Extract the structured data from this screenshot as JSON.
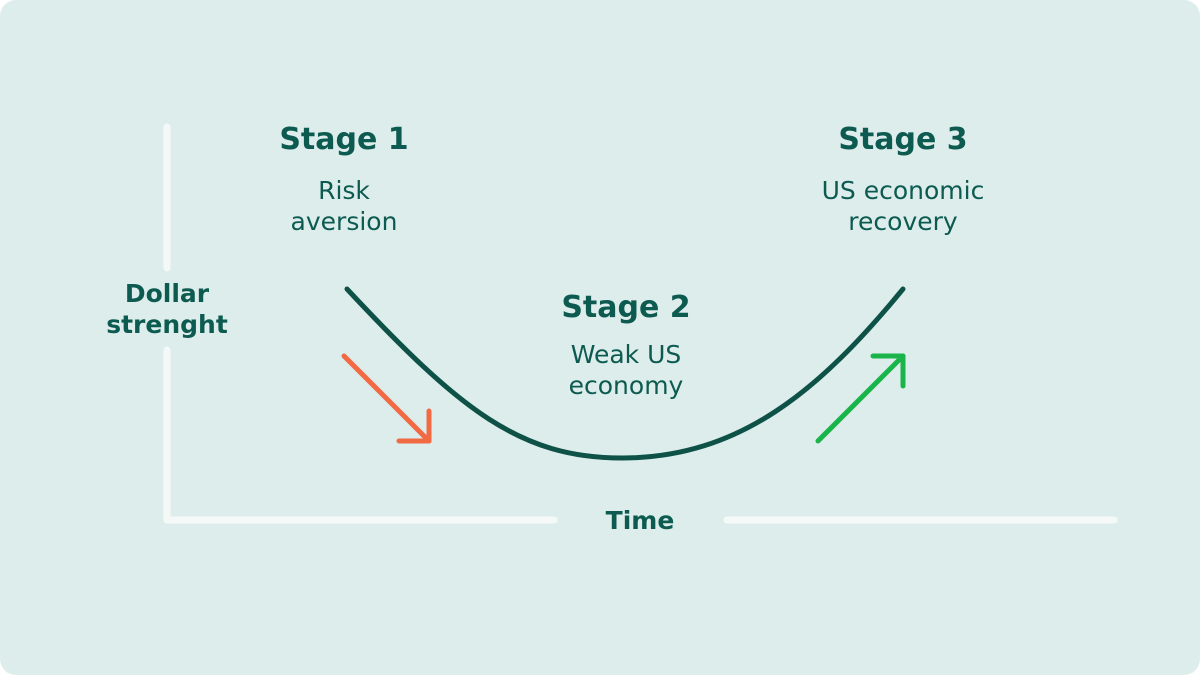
{
  "axes": {
    "y_label": "Dollar strenght",
    "x_label": "Time"
  },
  "stages": [
    {
      "title": "Stage 1",
      "description": "Risk aversion"
    },
    {
      "title": "Stage 2",
      "description": "Weak US economy"
    },
    {
      "title": "Stage 3",
      "description": "US economic recovery"
    }
  ],
  "colors": {
    "background": "#dcedec",
    "axis": "#f4f9f8",
    "curve": "#0e5147",
    "text": "#0d5a50",
    "down_arrow": "#f26a44",
    "up_arrow": "#1bb44a"
  }
}
